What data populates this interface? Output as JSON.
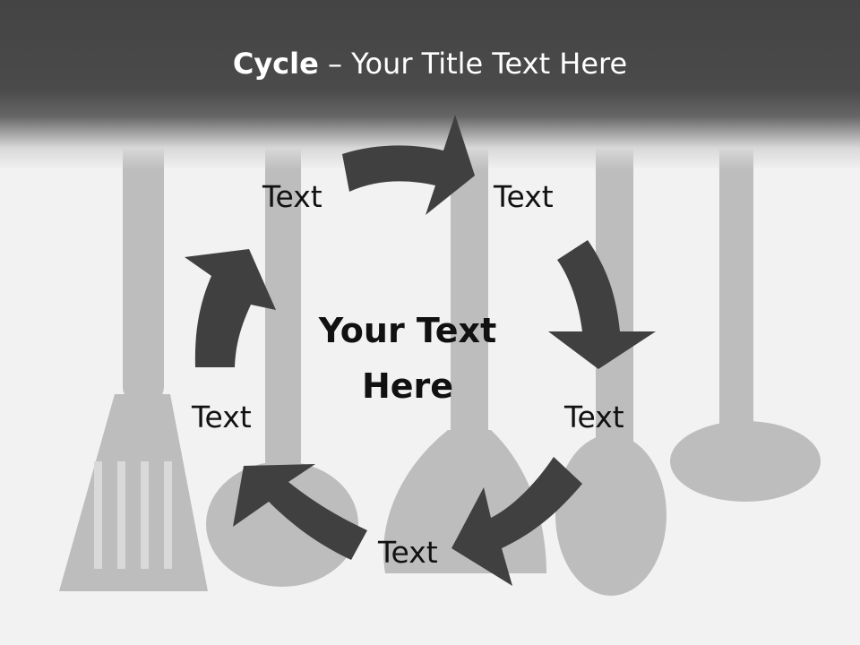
{
  "title": {
    "bold": "Cycle",
    "rest": " – Your Title Text Here"
  },
  "center": {
    "line1": "Your Text",
    "line2": "Here"
  },
  "labels": [
    "Text",
    "Text",
    "Text",
    "Text",
    "Text"
  ],
  "colors": {
    "header": "#444444",
    "arrow": "#404040",
    "utensil": "#bdbdbd",
    "background": "#f2f2f2",
    "title_text": "#ffffff"
  }
}
